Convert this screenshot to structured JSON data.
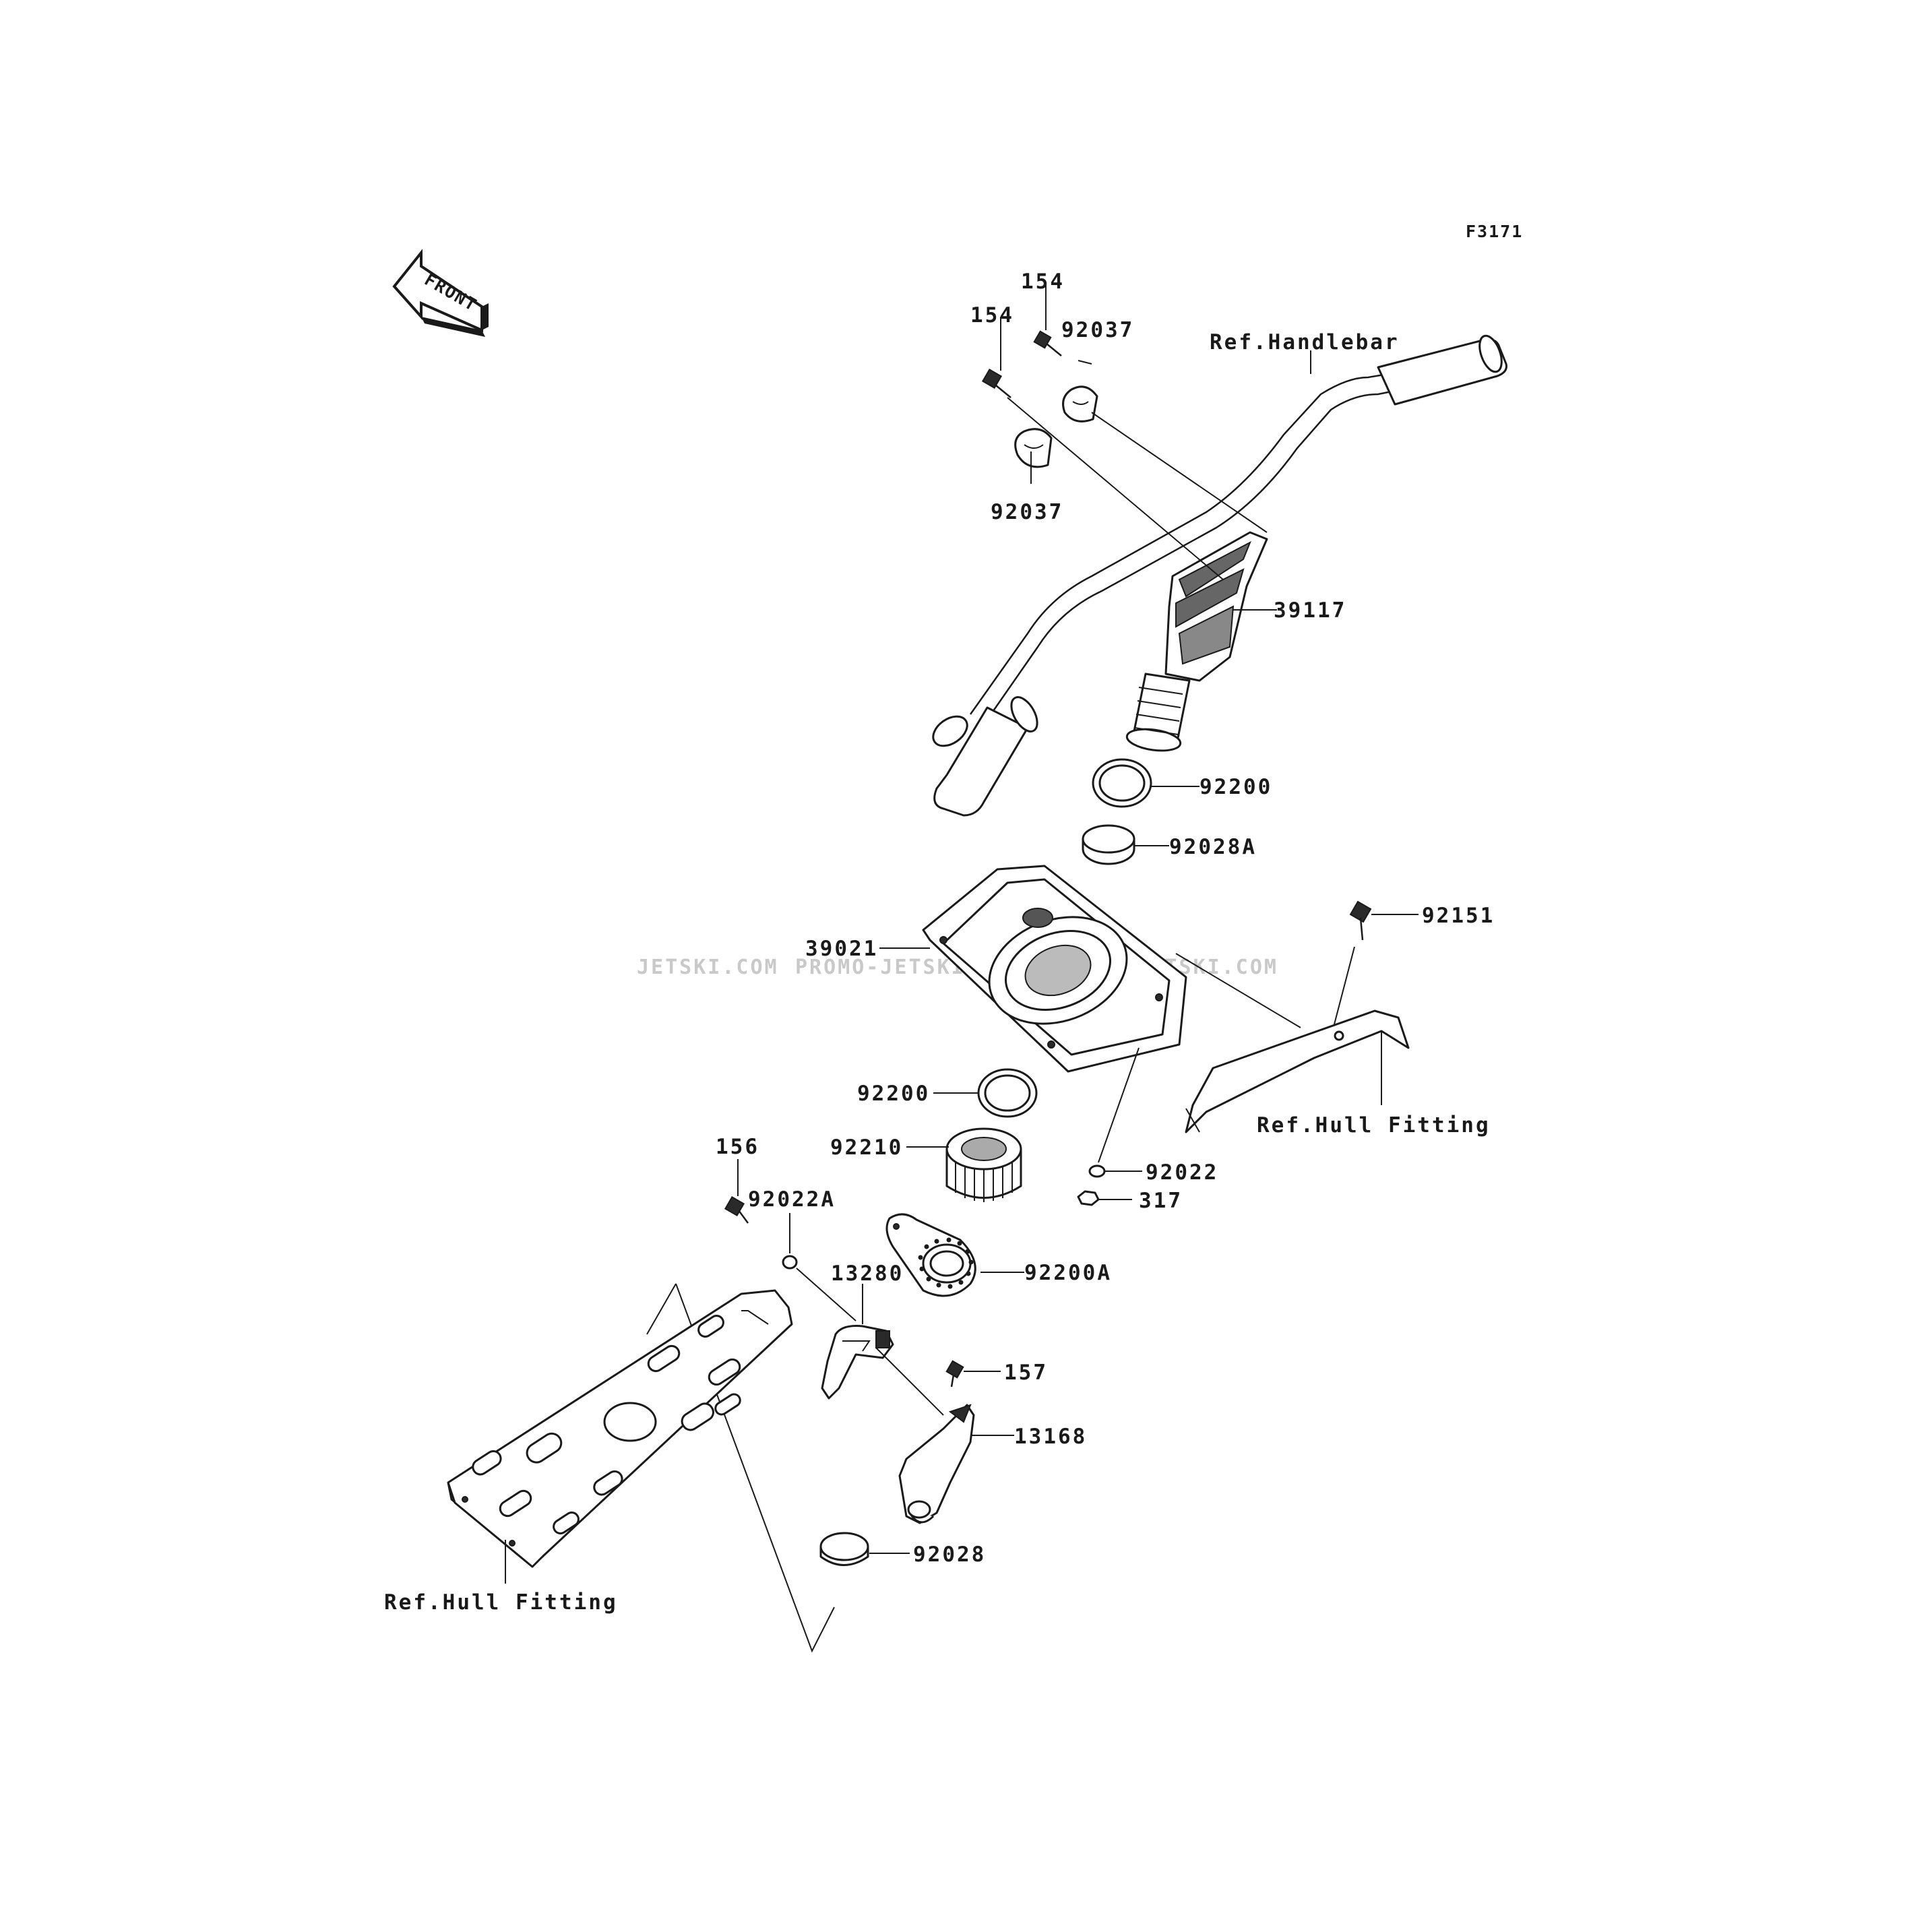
{
  "diagram_code": "F3171",
  "front_arrow_label": "FRONT",
  "watermarks": [
    "JETSKI.COM",
    "PROMO-JETSKI.COM",
    "PROMO-JETSKI.COM"
  ],
  "parts": {
    "p154a": "154",
    "p154b": "154",
    "p92037a": "92037",
    "p92037b": "92037",
    "p39117": "39117",
    "p92200a": "92200",
    "p92028A": "92028A",
    "p39021": "39021",
    "p92151": "92151",
    "p92200b": "92200",
    "p92210": "92210",
    "p92022": "92022",
    "p317": "317",
    "p156": "156",
    "p92022A": "92022A",
    "p92200A": "92200A",
    "p13280": "13280",
    "p157": "157",
    "p13168": "13168",
    "p92028": "92028"
  },
  "references": {
    "handlebar": "Ref.Handlebar",
    "hull_fitting_right": "Ref.Hull Fitting",
    "hull_fitting_left": "Ref.Hull Fitting"
  }
}
